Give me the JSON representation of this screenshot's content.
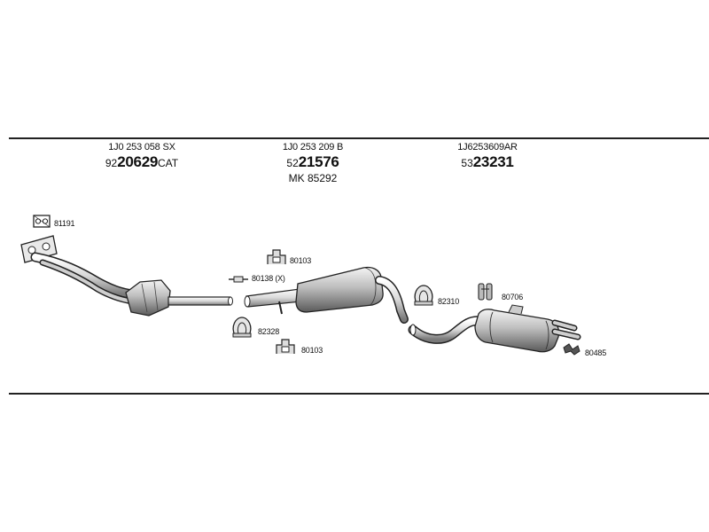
{
  "parts": [
    {
      "oe": "1J0 253 058 SX",
      "code_prefix": "92",
      "code_main": "20629",
      "code_suffix": "CAT"
    },
    {
      "oe": "1J0 253 209 B",
      "code_prefix": "52",
      "code_main": "21576",
      "code_suffix": "",
      "extra": "MK  85292"
    },
    {
      "oe": "1J6253609AR",
      "code_prefix": "53",
      "code_main": "23231",
      "code_suffix": ""
    }
  ],
  "accessories": {
    "gasket_front": "81191",
    "bracket_top": "80103",
    "clamp_x": "80138 (X)",
    "clamp_front": "82328",
    "bracket_bottom": "80103",
    "clamp_rear": "82310",
    "rubber_rear": "80706",
    "hanger_tail": "80485"
  }
}
